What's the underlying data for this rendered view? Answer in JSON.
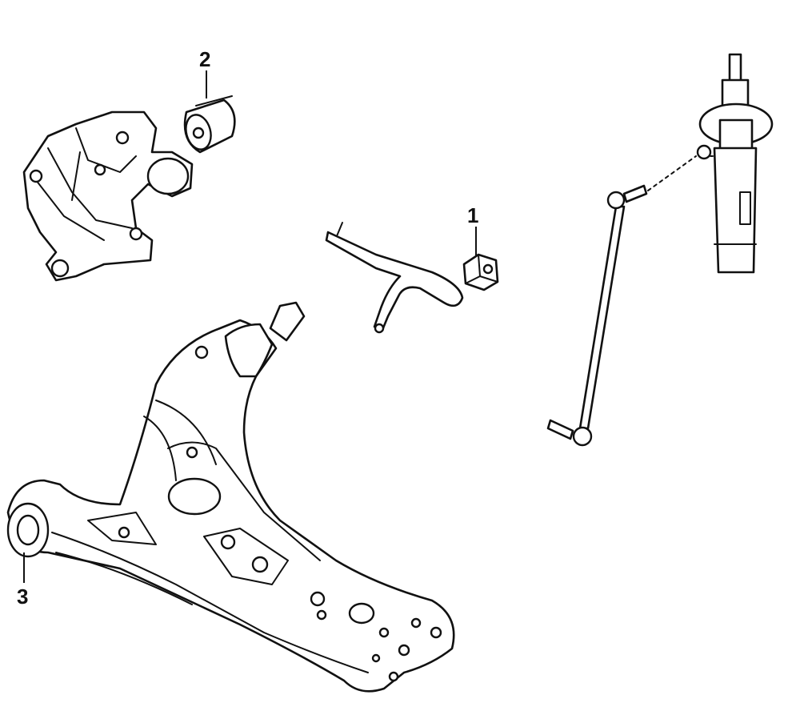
{
  "callouts": [
    {
      "number": "1",
      "part": "stabilizer-bar-bushing"
    },
    {
      "number": "2",
      "part": "subframe-mount-bushing"
    },
    {
      "number": "3",
      "part": "control-arm-front-bushing"
    }
  ]
}
